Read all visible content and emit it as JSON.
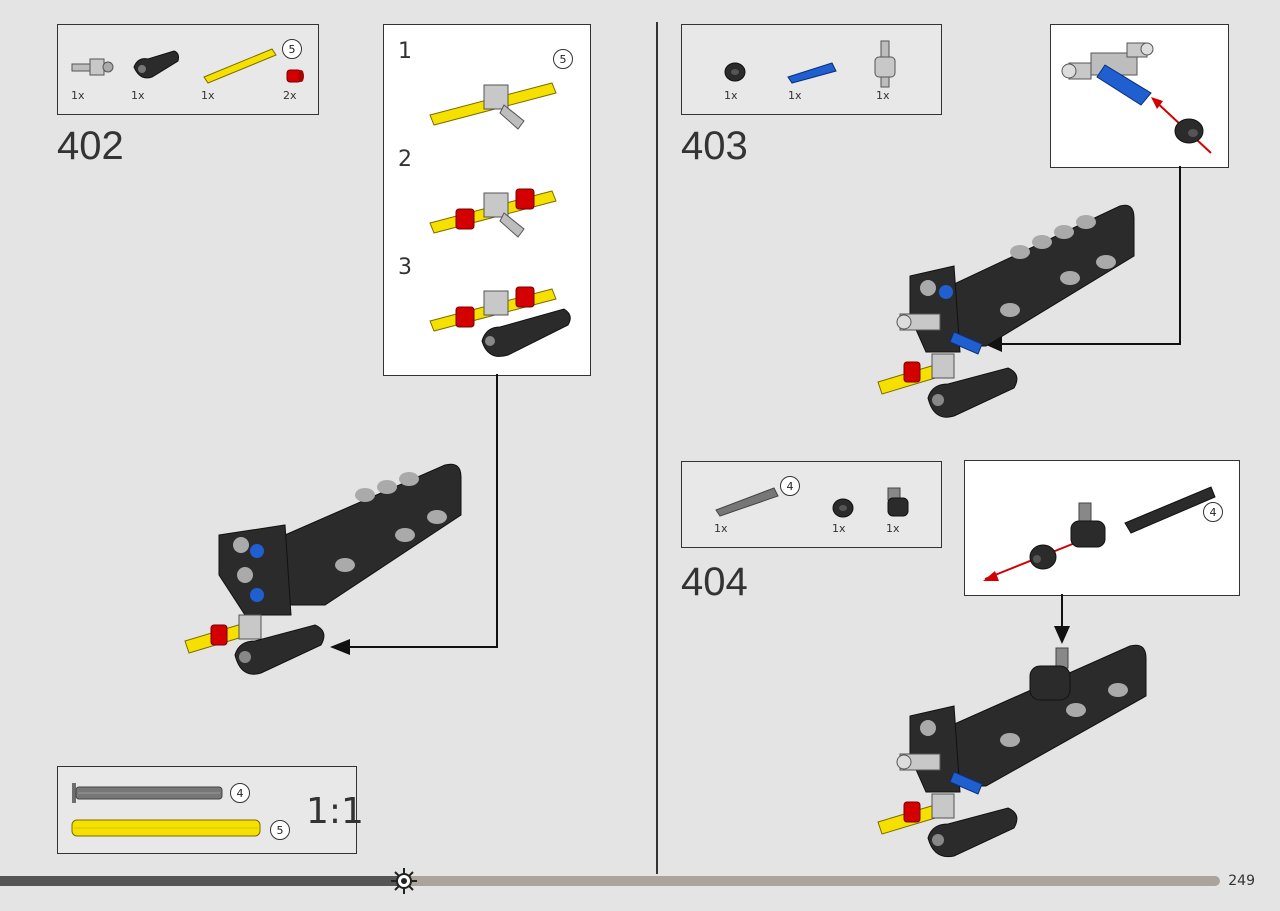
{
  "step402": {
    "number": "402",
    "parts": [
      {
        "name": "axle-connector",
        "qty": "1x"
      },
      {
        "name": "panel-curved",
        "qty": "1x"
      },
      {
        "name": "axle-5",
        "qty": "1x",
        "callout": "5"
      },
      {
        "name": "bush-red",
        "qty": "2x"
      }
    ],
    "substeps": [
      "1",
      "2",
      "3"
    ],
    "substep_callout": "5"
  },
  "step403": {
    "number": "403",
    "parts": [
      {
        "name": "bush-half-black",
        "qty": "1x"
      },
      {
        "name": "pin-blue",
        "qty": "1x"
      },
      {
        "name": "connector-gray",
        "qty": "1x"
      }
    ]
  },
  "step404": {
    "number": "404",
    "parts": [
      {
        "name": "axle-4-gray",
        "qty": "1x",
        "callout": "4"
      },
      {
        "name": "bush-black",
        "qty": "1x"
      },
      {
        "name": "connector-black",
        "qty": "1x"
      }
    ],
    "callout": "4"
  },
  "scale": {
    "ratio": "1:1",
    "items": [
      {
        "name": "axle-4-gray",
        "callout": "4"
      },
      {
        "name": "axle-5-yellow",
        "callout": "5"
      }
    ]
  },
  "page": {
    "number": "249"
  },
  "colors": {
    "yellow": "#f5e000",
    "red": "#d40000",
    "blue": "#1f5fcf",
    "black": "#2b2b2b",
    "gray": "#9a9a9a"
  }
}
